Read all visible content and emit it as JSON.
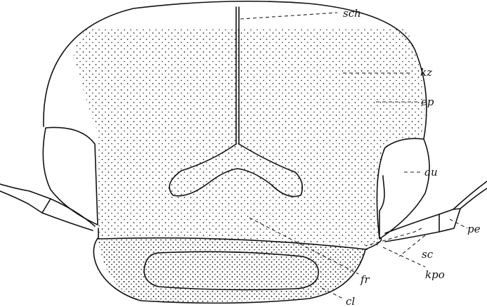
{
  "figure": {
    "labels": {
      "sch": "sch",
      "kz": "kz",
      "ep": "ep",
      "au": "au",
      "pe": "pe",
      "sc": "sc",
      "fr": "fr",
      "kpo": "kpo",
      "cl": "cl"
    }
  }
}
